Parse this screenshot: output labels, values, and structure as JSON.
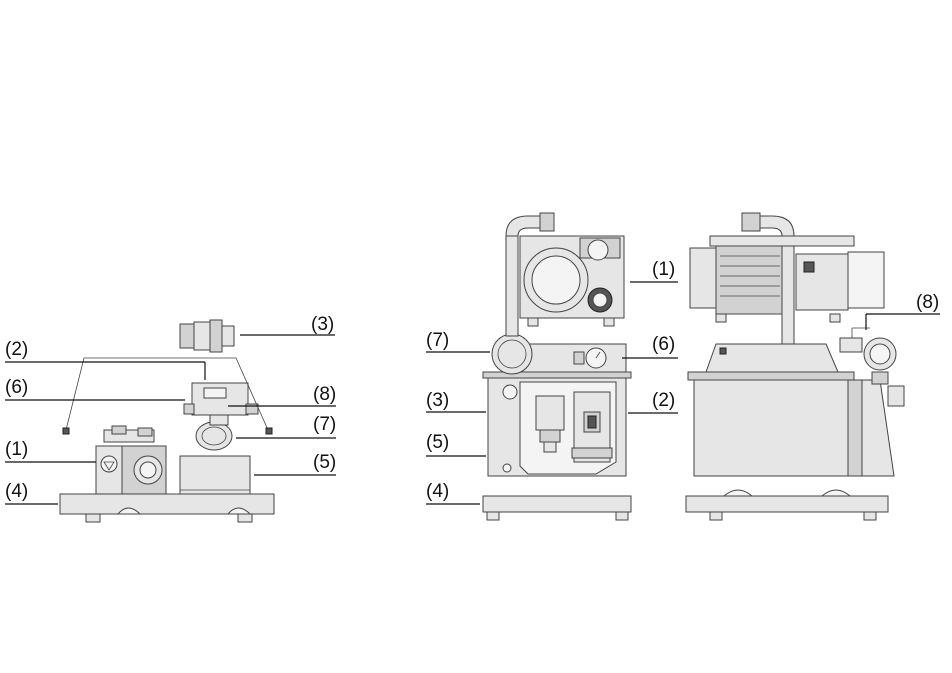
{
  "views": {
    "exploded": {
      "labels": {
        "l1": "(1)",
        "l2": "(2)",
        "l3": "(3)",
        "l4": "(4)",
        "l5": "(5)",
        "l6": "(6)",
        "l7": "(7)",
        "l8": "(8)"
      }
    },
    "front": {
      "labels": {
        "l1": "(1)",
        "l2": "(2)",
        "l3": "(3)",
        "l4": "(4)",
        "l5": "(5)",
        "l6": "(6)",
        "l7": "(7)"
      }
    },
    "side": {
      "labels": {
        "l8": "(8)"
      }
    }
  }
}
